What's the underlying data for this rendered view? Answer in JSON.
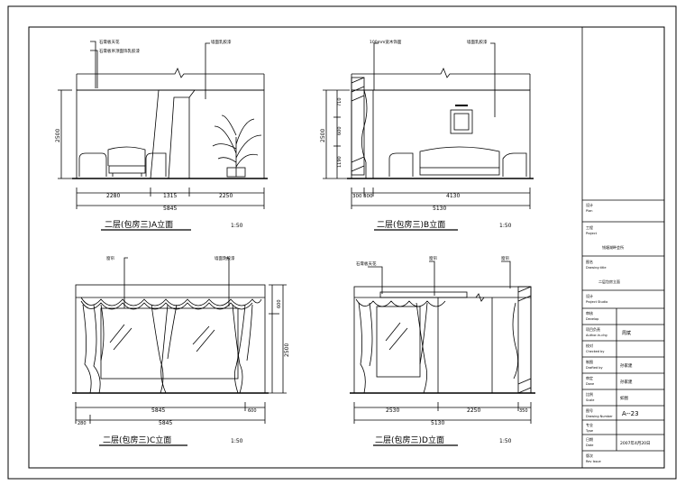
{
  "elevations": {
    "a": {
      "title": "二层(包房三)A立面",
      "scale": "1:50",
      "annotations": [
        "石膏板天花",
        "石膏板吊顶面饰乳胶漆",
        "墙面乳胶漆"
      ],
      "height": "2500",
      "dims": [
        "2280",
        "1315",
        "2250"
      ],
      "total": "5845"
    },
    "b": {
      "title": "二层(包房三)B立面",
      "scale": "1:50",
      "annotations": [
        "100mm宽木饰面",
        "墙面乳胶漆"
      ],
      "heights": [
        "710",
        "600",
        "1190",
        "2500"
      ],
      "dims": [
        "300",
        "300",
        "4130"
      ],
      "total": "5130"
    },
    "c": {
      "title": "二层(包房三)C立面",
      "scale": "1:50",
      "annotations": [
        "窗帘",
        "墙面乳胶漆"
      ],
      "heights": [
        "600",
        "2500"
      ],
      "dims_upper": [
        "5845",
        "600"
      ],
      "dims_lower": [
        "280",
        "5845"
      ]
    },
    "d": {
      "title": "二层(包房三)D立面",
      "scale": "1:50",
      "annotations": [
        "石膏板天花",
        "窗帘",
        "窗帘"
      ],
      "dims": [
        "2530",
        "2250",
        "350"
      ],
      "total": "5130"
    }
  },
  "title_block": {
    "rows": [
      {
        "label": "设计",
        "sub": "Plan",
        "value": ""
      },
      {
        "label": "工程",
        "sub": "Project",
        "value": "钱塘湖畔会所"
      },
      {
        "label": "图名",
        "sub": "Drawing title",
        "value": "二层包房立面"
      },
      {
        "label": "设计",
        "sub": "Project Studio",
        "value": ""
      },
      {
        "label": "审核",
        "sub": "Develop",
        "value": ""
      },
      {
        "label": "项目负责",
        "sub": "Author-in-chg",
        "value": "周斌"
      },
      {
        "label": "校对",
        "sub": "Checked by",
        "value": ""
      },
      {
        "label": "制图",
        "sub": "Drafted by",
        "value": "孙家建"
      },
      {
        "label": "审定",
        "sub": "Done",
        "value": "孙家建"
      },
      {
        "label": "比例",
        "sub": "Scale",
        "value": "如图"
      },
      {
        "label": "图号",
        "sub": "Drawing Number",
        "value": "A--23"
      },
      {
        "label": "专业",
        "sub": "Type",
        "value": ""
      },
      {
        "label": "日期",
        "sub": "Date",
        "value": "2007年4月20日"
      },
      {
        "label": "版次",
        "sub": "Rev Issue",
        "value": ""
      }
    ]
  }
}
